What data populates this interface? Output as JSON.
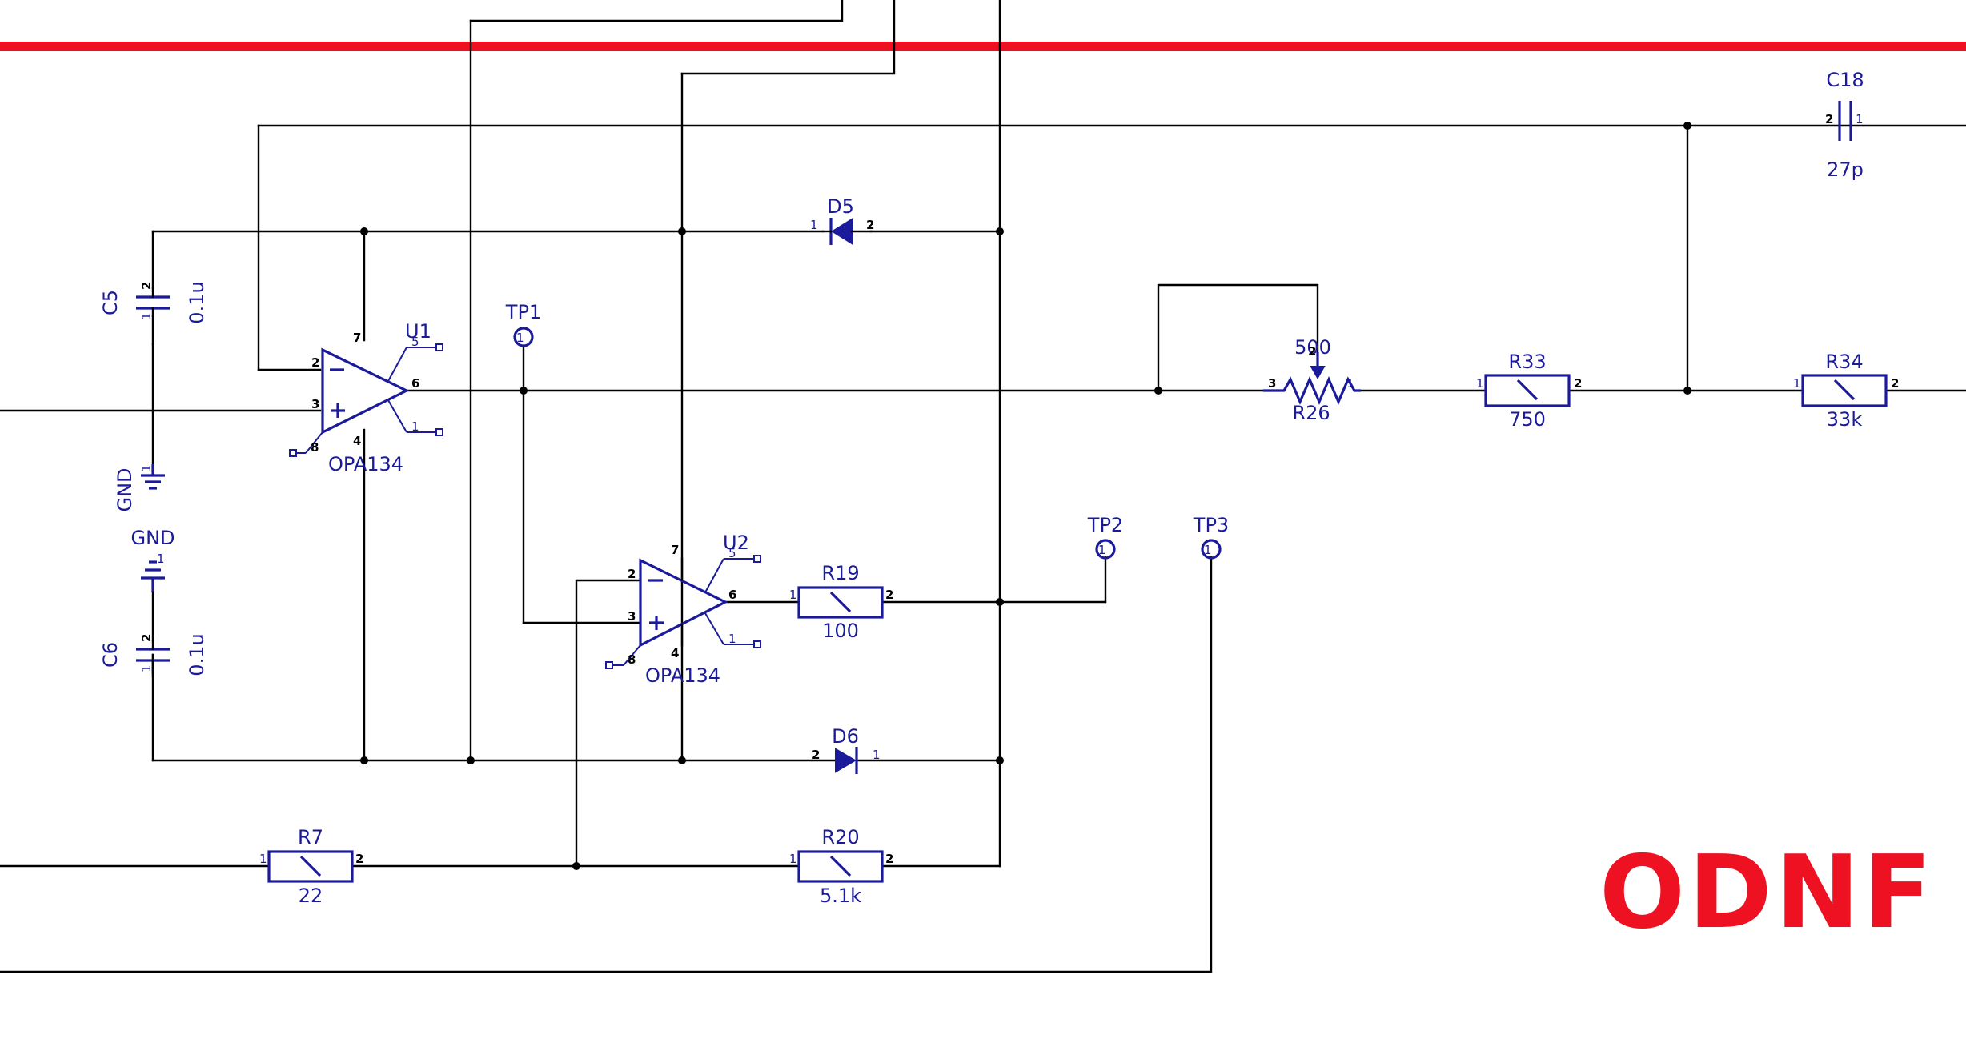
{
  "stamp": {
    "text": "ODNF",
    "color": "#ee1122"
  },
  "colors": {
    "wire": "#000000",
    "part": "#1a1a9a",
    "accent": "#ee1122"
  },
  "opamps": [
    {
      "ref": "U1",
      "value": "OPA134",
      "pin_inv": "2",
      "pin_noninv": "3",
      "pin_out": "6",
      "pin_vplus": "7",
      "pin_vminus": "4",
      "pin_5": "5",
      "pin_1": "1",
      "pin_8": "8"
    },
    {
      "ref": "U2",
      "value": "OPA134",
      "pin_inv": "2",
      "pin_noninv": "3",
      "pin_out": "6",
      "pin_vplus": "7",
      "pin_vminus": "4",
      "pin_5": "5",
      "pin_1": "1",
      "pin_8": "8"
    }
  ],
  "capacitors": [
    {
      "ref": "C5",
      "value": "0.1u",
      "pin_a": "2",
      "pin_b": "1"
    },
    {
      "ref": "C6",
      "value": "0.1u",
      "pin_a": "2",
      "pin_b": "1"
    },
    {
      "ref": "C18",
      "value": "27p",
      "pin_a": "2",
      "pin_b": "1"
    }
  ],
  "resistors": [
    {
      "ref": "R19",
      "value": "100",
      "pin_a": "1",
      "pin_b": "2"
    },
    {
      "ref": "R20",
      "value": "5.1k",
      "pin_a": "1",
      "pin_b": "2"
    },
    {
      "ref": "R7",
      "value": "22",
      "pin_a": "1",
      "pin_b": "2"
    },
    {
      "ref": "R33",
      "value": "750",
      "pin_a": "1",
      "pin_b": "2"
    },
    {
      "ref": "R34",
      "value": "33k",
      "pin_a": "1",
      "pin_b": "2"
    }
  ],
  "potentiometer": {
    "ref": "R26",
    "value": "500",
    "pin_a": "3",
    "pin_b": "1",
    "pin_w": "2"
  },
  "diodes": [
    {
      "ref": "D5",
      "pin_a": "1",
      "pin_b": "2"
    },
    {
      "ref": "D6",
      "pin_a": "2",
      "pin_b": "1"
    }
  ],
  "testpoints": [
    {
      "ref": "TP1",
      "pin": "1"
    },
    {
      "ref": "TP2",
      "pin": "1"
    },
    {
      "ref": "TP3",
      "pin": "1"
    }
  ],
  "grounds": [
    {
      "label": "GND",
      "pin": "1"
    },
    {
      "label": "GND",
      "pin": "1"
    }
  ]
}
